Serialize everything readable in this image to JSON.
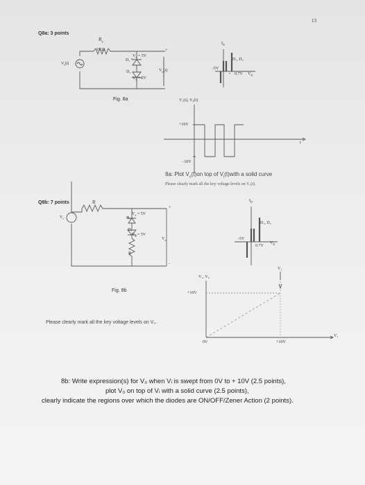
{
  "page_number": "13",
  "q8a": {
    "heading": "Q8a: 3 points",
    "resistor_name": "R",
    "resistor_sub": "s",
    "resistor_value": "1KΩ",
    "source_label": "V",
    "source_sub": "i",
    "source_tail": "(t)",
    "d1_label": "D₁",
    "d2_label": "D₂",
    "vz1_label": "V",
    "vz1_sub": "z",
    "vz1_val": "= 5V",
    "vz2_label": "V",
    "vz2_sub": "z",
    "vz2_val": "= 5V",
    "output_label": "V",
    "output_sub": "o",
    "output_tail": "(t)",
    "plus": "+",
    "fig_caption": "Fig. 8a",
    "iv_plot": {
      "i_axis": "I",
      "i_sub": "D",
      "diodes": "D₁, D₂",
      "neg_v": "-5V",
      "pos_v": "0.7V",
      "v_axis": "V",
      "v_sub": "D"
    },
    "waveform": {
      "y_label": "V₁(t), V₀(t)",
      "pos": "+10V",
      "neg": "−10V",
      "t_label": "t"
    },
    "instruction_pre": "8a: Plot V",
    "instruction_sub1": "o",
    "instruction_mid": "(t)on top of V",
    "instruction_sub2": "i",
    "instruction_post": "(t)with a solid curve",
    "note": "Please clearly mark all the key voltage levels on V₀(t)."
  },
  "q8b": {
    "heading": "Q8b: 7 points",
    "resistor_top": "R",
    "resistor_bottom": "R",
    "source_label": "V",
    "source_sub": "i",
    "d1_label": "D₁",
    "d2_label": "D₂",
    "vz1_label": "V",
    "vz1_sub": "z",
    "vz1_val": "= 5V",
    "vz2_label": "V",
    "vz2_sub": "z",
    "vz2_val": "= 5V",
    "output_label": "V",
    "output_sub": "o",
    "plus": "+",
    "minus": "-",
    "fig_caption": "Fig. 8b",
    "iv_plot": {
      "i_axis": "I",
      "i_sub": "D",
      "diodes": "D₁, D₂",
      "neg_v": "-5V",
      "pos_v": "0.7V",
      "v_axis": "V",
      "v_sub": "D"
    },
    "transfer": {
      "axes_label": "V₁, V₀",
      "vi_label": "V₁",
      "pos": "+10V",
      "x0": "0V",
      "x10": "+10V",
      "x_axis": "V₁"
    },
    "note": "Please clearly mark all the key voltage levels on V₀.",
    "question_line1": "8b: Write expression(s) for V₀ when Vᵢ is swept from 0V to + 10V (2.5 points),",
    "question_line2": "plot V₀ on top of Vᵢ with a solid curve (2.5 points),",
    "question_line3": "clearly indicate the regions over which the diodes are ON/OFF/Zener Action (2 points)."
  }
}
